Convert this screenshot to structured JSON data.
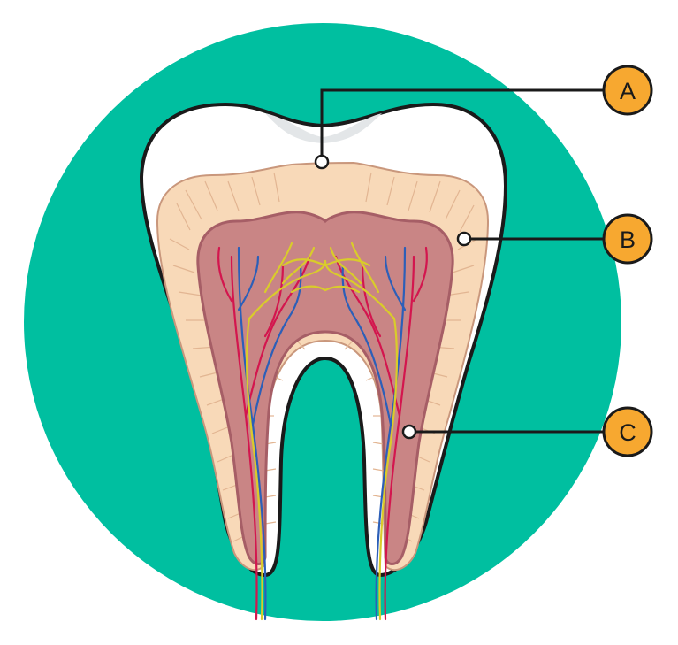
{
  "diagram": {
    "colors": {
      "background_circle": "#00BFA0",
      "enamel": "#FFFFFF",
      "dentin": "#F8D9B8",
      "pulp": "#C98585",
      "outline": "#1A1A1A",
      "callout_badge": "#F7A830",
      "artery": "#D3164E",
      "vein": "#2C5FB8",
      "nerve": "#D9CC2A"
    },
    "callouts": [
      {
        "letter": "A",
        "icon": "pointer-dot-icon"
      },
      {
        "letter": "B",
        "icon": "pointer-dot-icon"
      },
      {
        "letter": "C",
        "icon": "pointer-dot-icon"
      }
    ]
  }
}
